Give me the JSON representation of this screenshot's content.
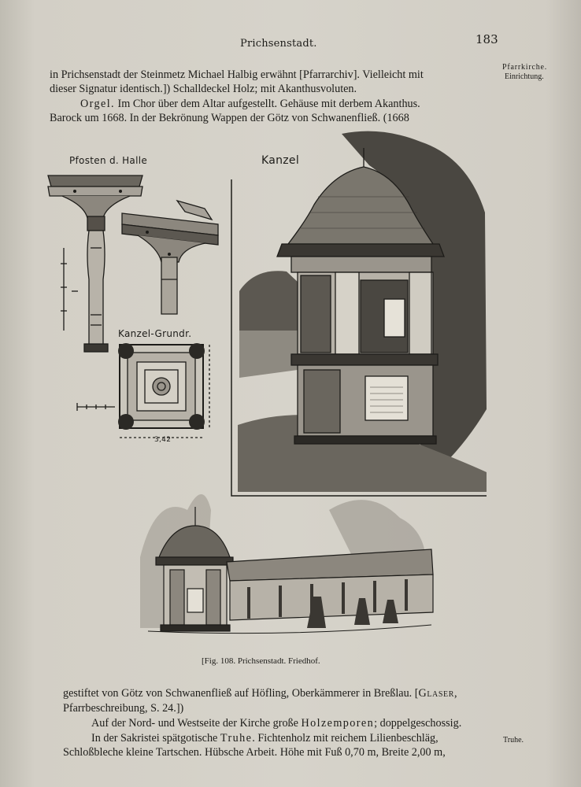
{
  "header": {
    "running_title": "Prichsenstadt.",
    "page_number": "183"
  },
  "margin_notes": {
    "pfarrkirche": "Pfarrkirche.",
    "einrichtung": "Einrichtung.",
    "truhe": "Truhe."
  },
  "body_top": {
    "line1": "in Prichsenstadt der Steinmetz Michael Halbig erwähnt [Pfarrarchiv]. Vielleicht mit",
    "line2": "dieser Signatur identisch.]) Schalldeckel Holz; mit Akanthusvoluten.",
    "line3_lead": "Orgel.",
    "line3_rest": " Im Chor über dem Altar aufgestellt. Gehäuse mit derbem Akanthus.",
    "line4": "Barock um 1668. In der Bekrönung Wappen der Götz von Schwanenfließ. (1668"
  },
  "figure": {
    "label_pfosten": "Pfosten d. Halle",
    "label_kanzel": "Kanzel",
    "label_grundriss": "Kanzel-Grundr.",
    "dim_square": "3,42",
    "caption": "[Fig. 108. Prichsenstadt. Friedhof."
  },
  "body_bottom": {
    "line1_a": "gestiftet von Götz von Schwanenfließ auf Höfling, Oberkämmerer in Breßlau. [",
    "line1_sc": "Glaser",
    "line1_b": ",",
    "line2": "Pfarrbeschreibung, S. 24.])",
    "line3_a": "Auf der Nord- und Westseite der Kirche große ",
    "line3_spaced": "Holzemporen",
    "line3_b": "; doppelgeschossig.",
    "line4_a": "In der Sakristei spätgotische ",
    "line4_spaced": "Truhe",
    "line4_b": ". Fichtenholz mit reichem Lilienbeschläg,",
    "line5": "Schloßbleche kleine Tartschen. Hübsche Arbeit. Höhe mit Fuß 0,70 m, Breite 2,00 m,"
  }
}
